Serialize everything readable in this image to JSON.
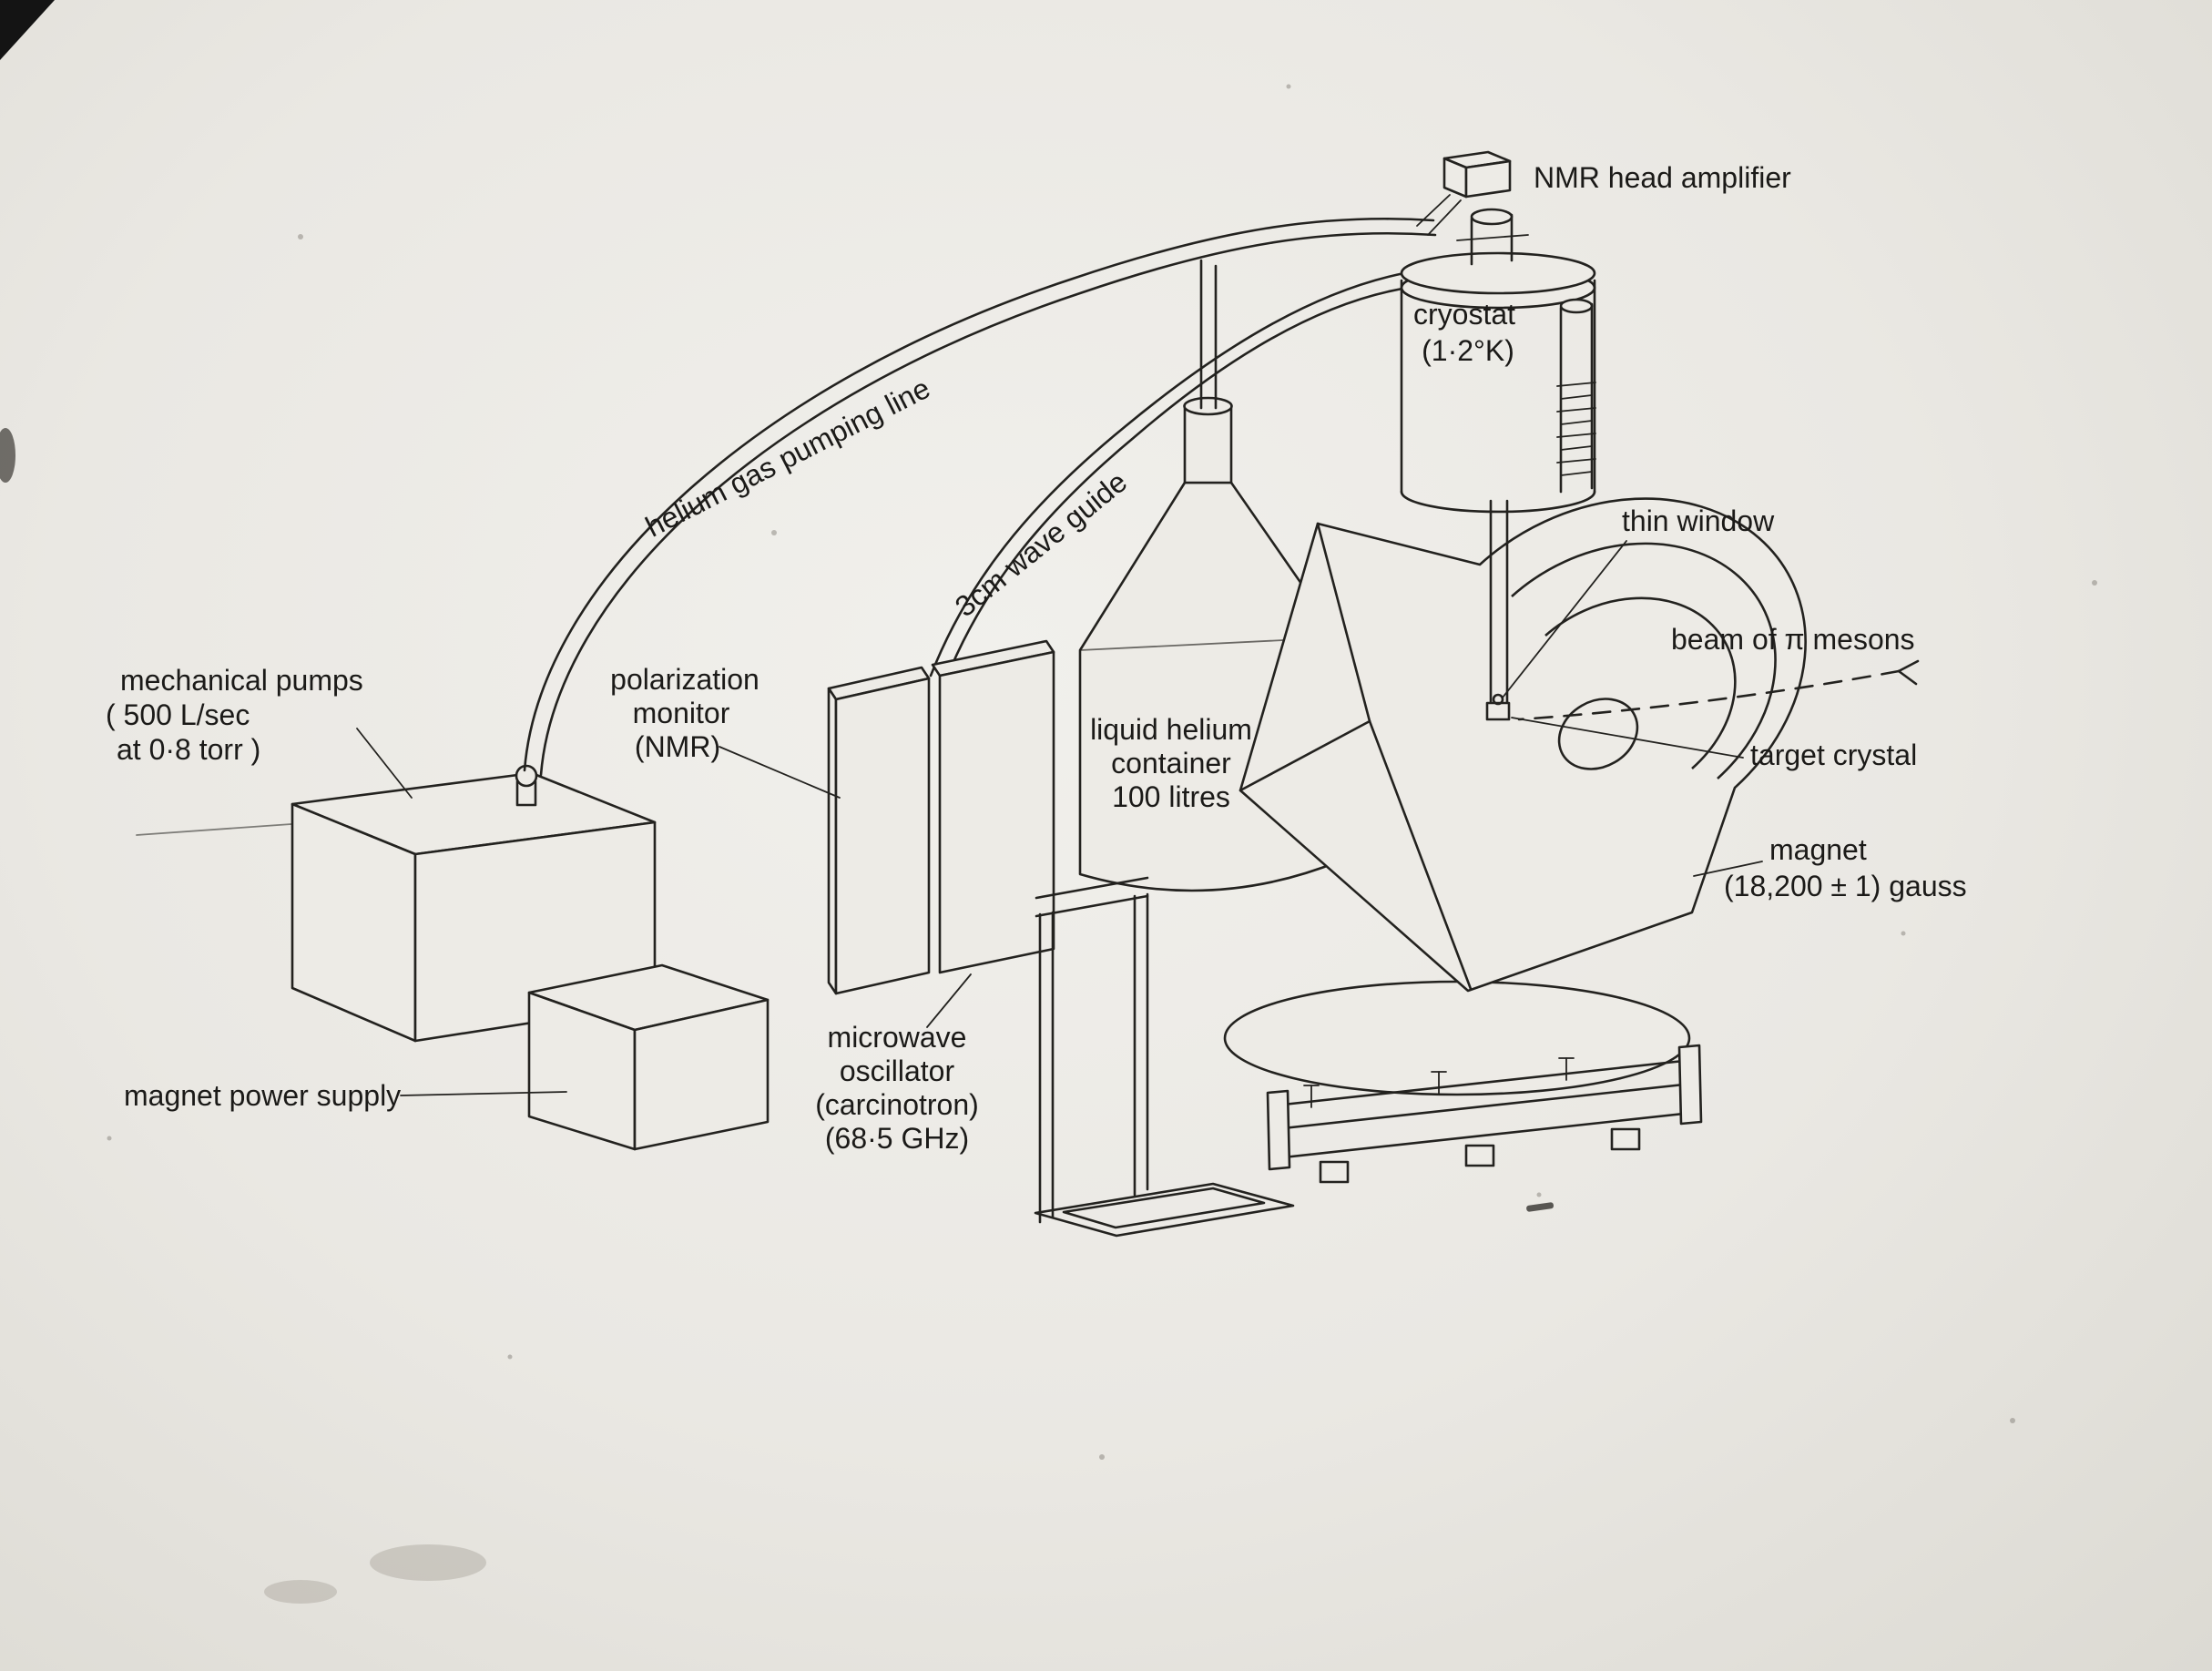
{
  "figure": {
    "type": "technical line diagram (photographed)",
    "ink_color": "#23221f",
    "paper_color": "#eae8e3"
  },
  "labels": {
    "nmr_head_amplifier": "NMR head amplifier",
    "cryostat_name": "cryostat",
    "cryostat_temp": "(1·2°K)",
    "thin_window": "thin window",
    "beam": "beam of π mesons",
    "target_crystal": "target crystal",
    "magnet_name": "magnet",
    "magnet_field": "(18,200 ± 1) gauss",
    "helium_line": "helium gas pumping line",
    "wave_guide": "3cm wave guide",
    "mech_pumps_1": "mechanical pumps",
    "mech_pumps_2": "( 500 L/sec",
    "mech_pumps_3": "at 0·8 torr )",
    "polarization_1": "polarization",
    "polarization_2": "monitor",
    "polarization_3": "(NMR)",
    "lhe_1": "liquid helium",
    "lhe_2": "container",
    "lhe_3": "100 litres",
    "micro_1": "microwave",
    "micro_2": "oscillator",
    "micro_3": "(carcinotron)",
    "micro_4": "(68·5 GHz)",
    "magnet_ps": "magnet power supply"
  }
}
